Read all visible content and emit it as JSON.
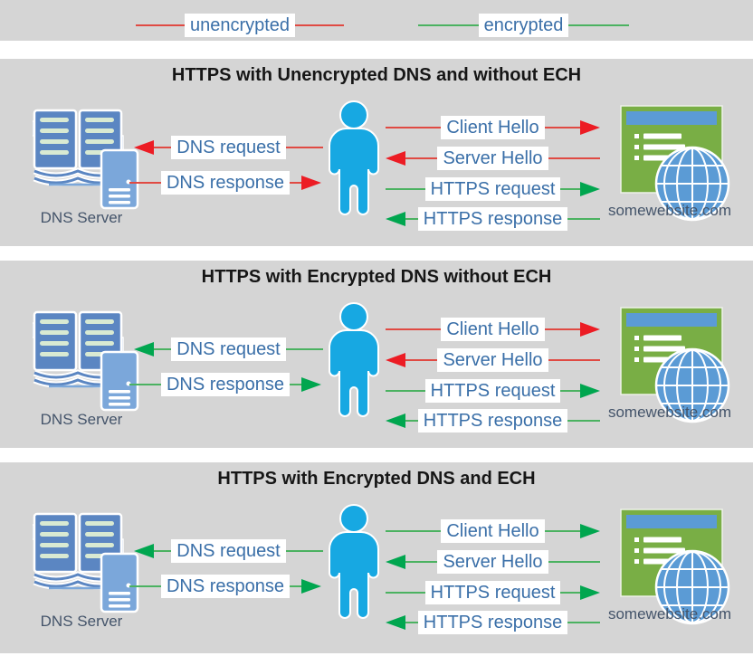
{
  "legend": {
    "items": [
      {
        "label": "unencrypted",
        "type": "unencrypted"
      },
      {
        "label": "encrypted",
        "type": "encrypted"
      }
    ]
  },
  "colors": {
    "panel_bg": "#d5d5d5",
    "unencrypted_line": "#e04a43",
    "unencrypted_head": "#ec1c24",
    "encrypted_line": "#4bb261",
    "encrypted_head": "#00a64f",
    "label_text": "#3a6fa8",
    "caption_text": "#44546a",
    "title_text": "#161616",
    "person_blue": "#17a8e2",
    "book_blue": "#5b86c2",
    "server_blue": "#7ba7da",
    "site_green": "#79ae45",
    "site_blue": "#5b9bd5"
  },
  "icons": {
    "dns_server": "open-book-and-server-icon",
    "user": "person-icon",
    "website": "browser-window-and-globe-icon"
  },
  "panels": [
    {
      "title": "HTTPS with Unencrypted DNS and without ECH",
      "dns_server_label": "DNS Server",
      "website_label": "somewebsite.com",
      "dns_request": {
        "label": "DNS request",
        "type": "unencrypted"
      },
      "dns_response": {
        "label": "DNS response",
        "type": "unencrypted"
      },
      "client_hello": {
        "label": "Client Hello",
        "type": "unencrypted"
      },
      "server_hello": {
        "label": "Server Hello",
        "type": "unencrypted"
      },
      "https_request": {
        "label": "HTTPS request",
        "type": "encrypted"
      },
      "https_response": {
        "label": "HTTPS response",
        "type": "encrypted"
      }
    },
    {
      "title": "HTTPS with Encrypted DNS without ECH",
      "dns_server_label": "DNS Server",
      "website_label": "somewebsite.com",
      "dns_request": {
        "label": "DNS request",
        "type": "encrypted"
      },
      "dns_response": {
        "label": "DNS response",
        "type": "encrypted"
      },
      "client_hello": {
        "label": "Client Hello",
        "type": "unencrypted"
      },
      "server_hello": {
        "label": "Server Hello",
        "type": "unencrypted"
      },
      "https_request": {
        "label": "HTTPS request",
        "type": "encrypted"
      },
      "https_response": {
        "label": "HTTPS response",
        "type": "encrypted"
      }
    },
    {
      "title": "HTTPS with Encrypted DNS and ECH",
      "dns_server_label": "DNS Server",
      "website_label": "somewebsite.com",
      "dns_request": {
        "label": "DNS request",
        "type": "encrypted"
      },
      "dns_response": {
        "label": "DNS response",
        "type": "encrypted"
      },
      "client_hello": {
        "label": "Client Hello",
        "type": "encrypted"
      },
      "server_hello": {
        "label": "Server Hello",
        "type": "encrypted"
      },
      "https_request": {
        "label": "HTTPS request",
        "type": "encrypted"
      },
      "https_response": {
        "label": "HTTPS response",
        "type": "encrypted"
      }
    }
  ]
}
